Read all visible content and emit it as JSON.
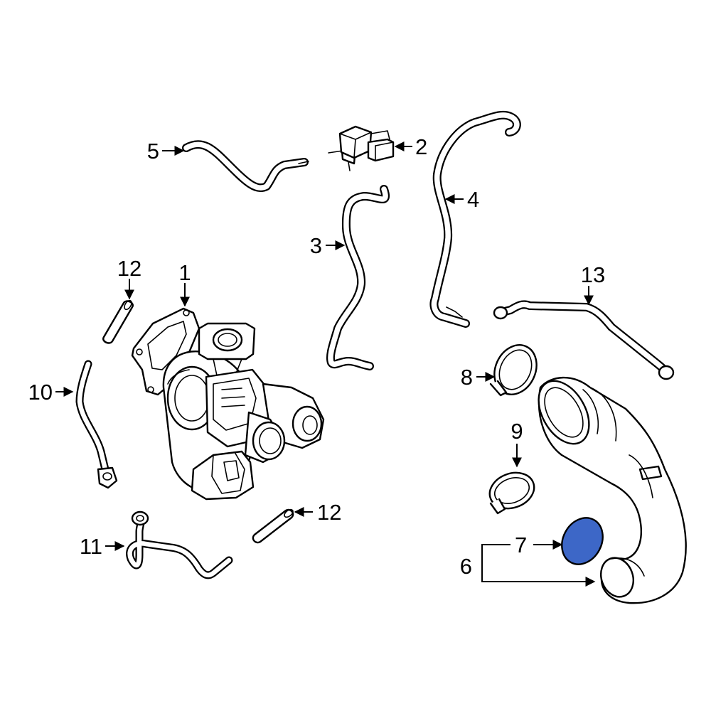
{
  "labels": {
    "l1": "1",
    "l2": "2",
    "l3": "3",
    "l4": "4",
    "l5": "5",
    "l6": "6",
    "l7": "7",
    "l8": "8",
    "l9": "9",
    "l10": "10",
    "l11": "11",
    "l12a": "12",
    "l12b": "12",
    "l13": "13"
  },
  "colors": {
    "highlight": "#3d67c7",
    "line": "#000000",
    "background": "#ffffff"
  }
}
